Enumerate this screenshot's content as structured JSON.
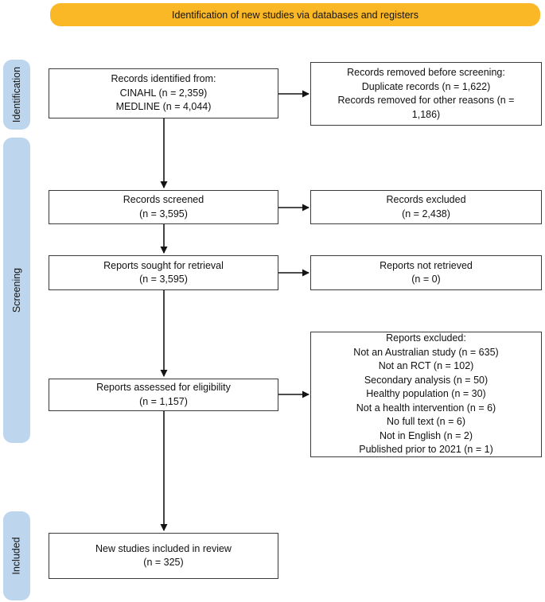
{
  "colors": {
    "banner_bg": "#FBB826",
    "stage_bg": "#BDD6EE",
    "box_border": "#3A3A3A"
  },
  "banner": {
    "label": "Identification of new studies via databases and registers"
  },
  "stages": {
    "identification": "Identification",
    "screening": "Screening",
    "included": "Included"
  },
  "boxes": {
    "records_identified": "Records identified from:\nCINAHL (n = 2,359)\nMEDLINE (n = 4,044)",
    "records_removed": "Records removed before screening:\nDuplicate records (n = 1,622)\nRecords removed for other reasons (n =\n1,186)",
    "records_screened": "Records screened\n(n = 3,595)",
    "records_excluded": "Records excluded\n(n = 2,438)",
    "reports_sought": "Reports sought for retrieval\n(n = 3,595)",
    "reports_not_retrieved": "Reports not retrieved\n(n = 0)",
    "reports_assessed": "Reports assessed for eligibility\n(n = 1,157)",
    "reports_excluded": "Reports excluded:\nNot an Australian study (n = 635)\nNot an RCT (n = 102)\nSecondary analysis (n = 50)\nHealthy population (n = 30)\nNot a health intervention (n = 6)\nNo full text (n = 6)\nNot in English (n = 2)\nPublished prior to 2021 (n = 1)",
    "new_studies": "New studies included in review\n(n = 325)"
  }
}
